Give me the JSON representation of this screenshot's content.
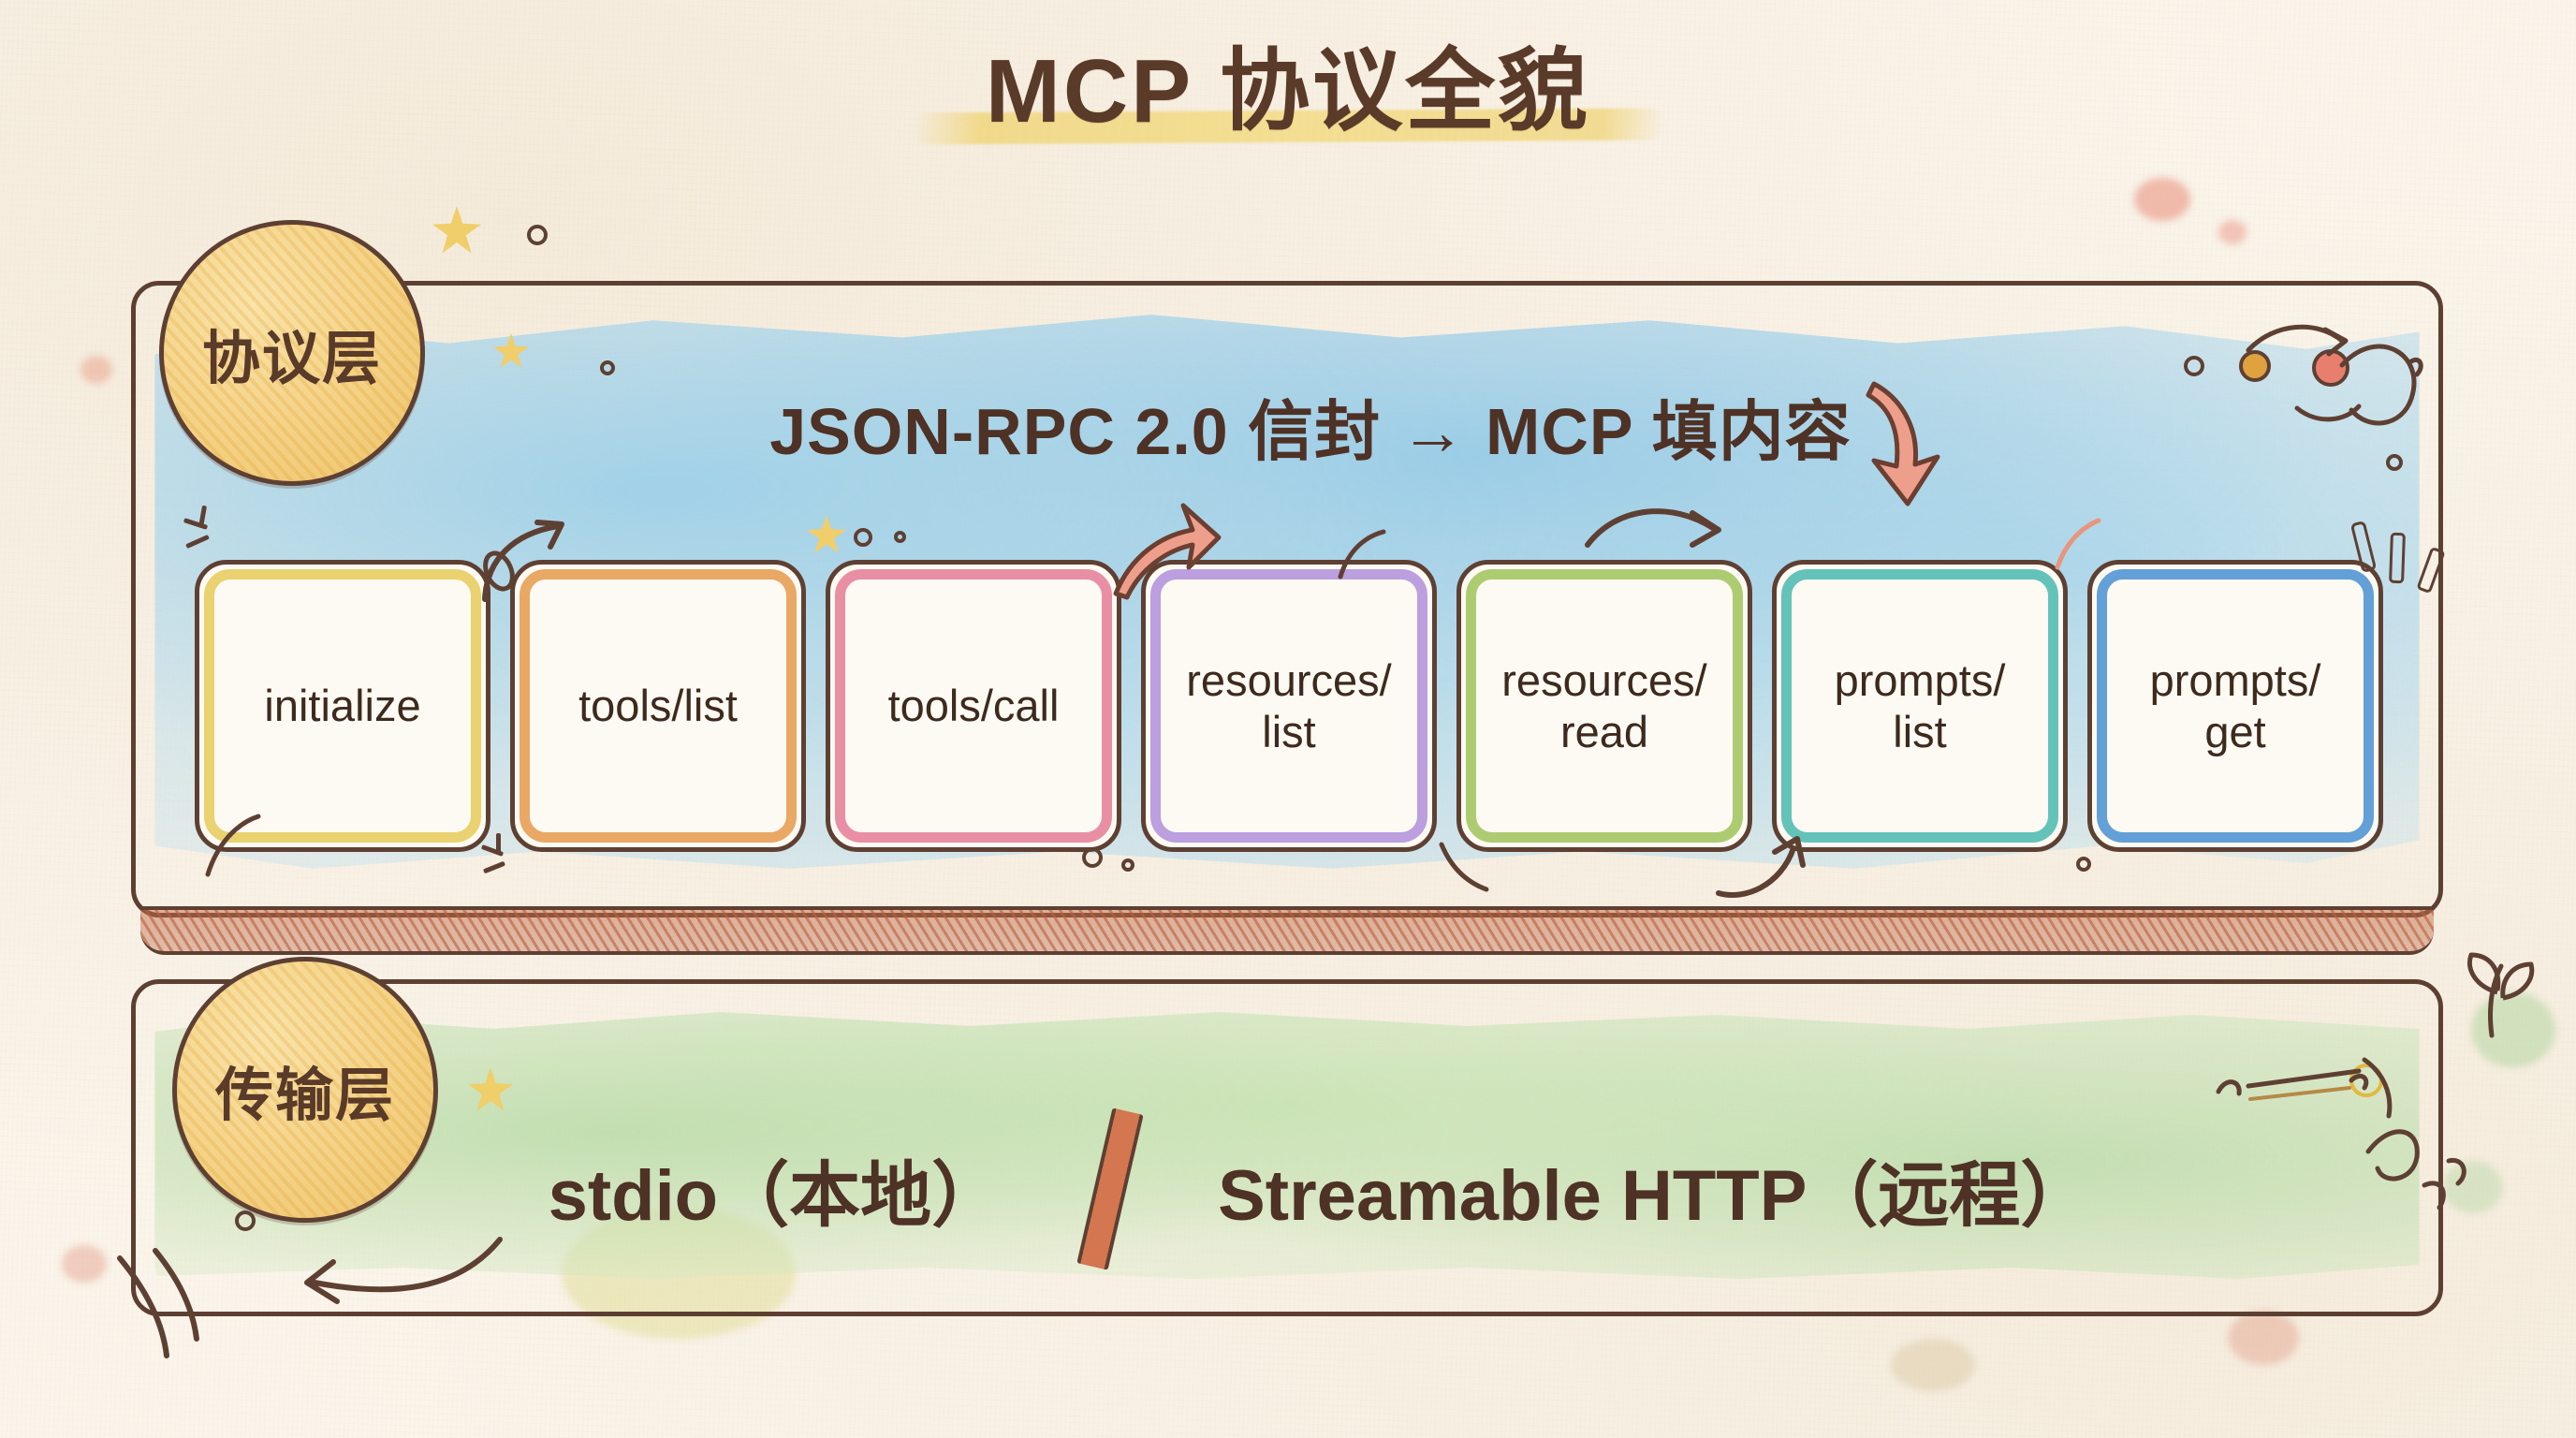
{
  "page": {
    "title": "MCP 协议全貌",
    "background_color": "#faf4ea",
    "ink_color": "#5a3a28"
  },
  "protocol_layer": {
    "badge_label": "协议层",
    "badge_color": "#f2cd7e",
    "panel_color": "#b7dbee",
    "headline": "JSON-RPC 2.0 信封 → MCP 填内容",
    "methods": [
      {
        "label": "initialize",
        "accent": "#e8d067"
      },
      {
        "label": "tools/list",
        "accent": "#e8a35c"
      },
      {
        "label": "tools/call",
        "accent": "#e8899f"
      },
      {
        "label": "resources/\nlist",
        "accent": "#b79adc"
      },
      {
        "label": "resources/\nread",
        "accent": "#a9c969"
      },
      {
        "label": "prompts/\nlist",
        "accent": "#5cc0b4"
      },
      {
        "label": "prompts/\nget",
        "accent": "#5b9bd5"
      }
    ]
  },
  "transport_layer": {
    "badge_label": "传输层",
    "badge_color": "#f2cd7e",
    "panel_color": "#cbe4b8",
    "local_option": "stdio（本地）",
    "separator": "/",
    "remote_option": "Streamable HTTP（远程）"
  },
  "decorations": {
    "shadow_band_color": "#c56e4a",
    "star_color": "#f0ce69",
    "arrow_color": "#5e4033",
    "accent_arrow_color": "#ea9b85"
  }
}
